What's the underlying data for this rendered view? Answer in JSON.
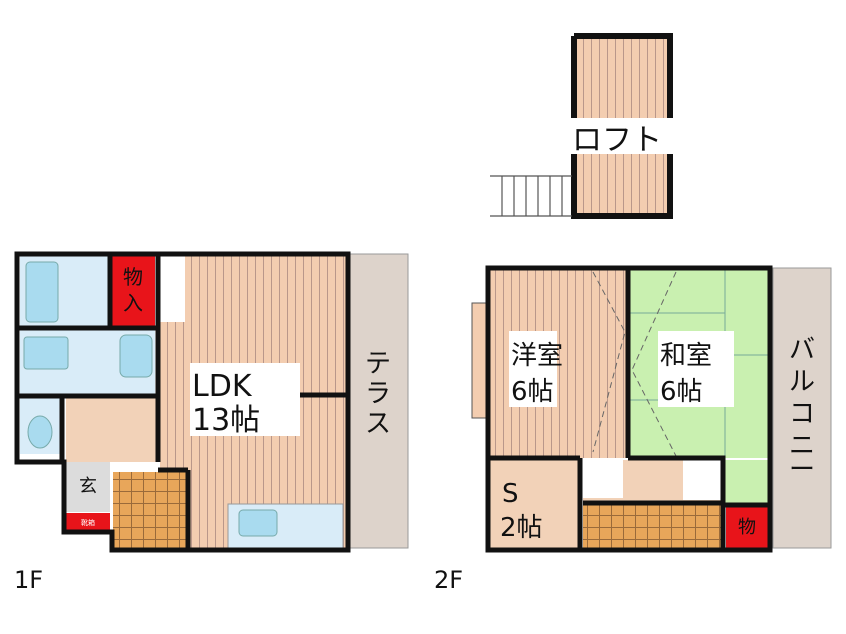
{
  "floors": {
    "first": {
      "label": "1F",
      "rooms": {
        "ldk_name": "LDK",
        "ldk_size": "13帖",
        "storage": [
          "物",
          "入"
        ],
        "entrance": "玄",
        "shoe_box": "靴箱",
        "terrace": [
          "テ",
          "ラ",
          "ス"
        ]
      }
    },
    "second": {
      "label": "2F",
      "rooms": {
        "western_name": "洋室",
        "western_size": "6帖",
        "japanese_name": "和室",
        "japanese_size": "6帖",
        "service_name": "S",
        "service_size": "2帖",
        "storage": "物",
        "balcony": [
          "バ",
          "ル",
          "コ",
          "ニ",
          "ー"
        ]
      }
    },
    "loft": {
      "label": "ロフト"
    }
  },
  "colors": {
    "wall": "#111111",
    "wood_floor": "#f3cdb0",
    "wood_line": "#b9978a",
    "wet_area": "#d9ecf8",
    "fixture": "#a9dbef",
    "storage_red": "#e8141a",
    "stairs": "#e8a65a",
    "hall": "#f2d2b8",
    "tatami": "#c9f0b0",
    "terrace": "#ddd3cb",
    "entrance": "#dcdcdc"
  }
}
